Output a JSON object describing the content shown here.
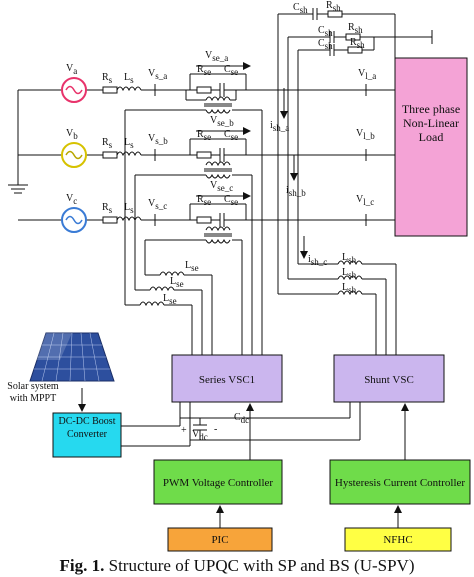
{
  "sources": [
    {
      "sub": "a",
      "color": "#e8336b"
    },
    {
      "sub": "b",
      "color": "#d6c200"
    },
    {
      "sub": "c",
      "color": "#3a7bd5"
    }
  ],
  "labels": {
    "v": "V",
    "r": "R",
    "l": "L",
    "c": "C",
    "s": "s",
    "se": "se",
    "sh": "sh",
    "dc": "dc",
    "vs_a": "s_a",
    "vs_b": "s_b",
    "vs_c": "s_c",
    "vse_a": "se_a",
    "vse_b": "se_b",
    "vse_c": "se_c",
    "vl_a": "l_a",
    "vl_b": "l_b",
    "vl_c": "l_c",
    "ish_a": "sh_a",
    "ish_b": "sh_b",
    "ish_c": "sh_c",
    "i": "i",
    "plus": "+",
    "minus": "-"
  },
  "boxes": {
    "load": "Three phase Non-Linear Load",
    "series_vsc": "Series VSC1",
    "shunt_vsc": "Shunt VSC",
    "dcdc": "DC-DC Boost Converter",
    "pwm": "PWM Voltage Controller",
    "hyst": "Hysteresis Current Controller",
    "pic": "PIC",
    "nfhc": "NFHC"
  },
  "solar_label": "Solar system with MPPT",
  "caption": {
    "fig": "Fig. 1.",
    "text": " Structure of UPQC with SP and BS (U-SPV)"
  },
  "colors": {
    "load": "#f4a3d6",
    "vsc": "#cbb6ee",
    "dcdc": "#26d9ef",
    "ctrl": "#6fdc4a",
    "pic": "#f7a43a",
    "nfhc": "#ffff44",
    "panel": "#2d4f9e"
  }
}
